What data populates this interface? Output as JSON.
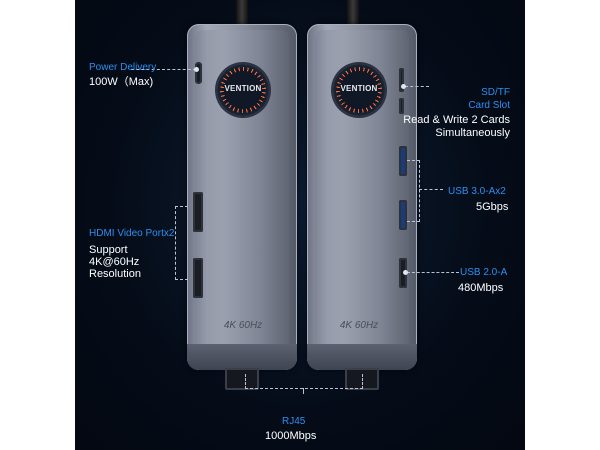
{
  "labels": {
    "power": {
      "title": "Power Delivery",
      "body": "100W（Max)"
    },
    "sd": {
      "title_line1": "SD/TF",
      "title_line2": "Card Slot",
      "body_line1": "Read & Write 2 Cards",
      "body_line2": "Simultaneously"
    },
    "usb3": {
      "title": "USB 3.0-Ax2",
      "body": "5Gbps"
    },
    "hdmi": {
      "title": "HDMI Video Portx2",
      "body_line1": "Support",
      "body_line2": "4K@60Hz",
      "body_line3": "Resolution"
    },
    "usb2": {
      "title": "USB 2.0-A",
      "body": "480Mbps"
    },
    "rj45": {
      "title": "RJ45",
      "body": "1000Mbps"
    }
  },
  "device": {
    "logo": "VENTION",
    "print": "4K 60Hz"
  },
  "colors": {
    "accent": "#2f8ef0",
    "background": "#050c18",
    "ring": "#ff6a3a"
  }
}
